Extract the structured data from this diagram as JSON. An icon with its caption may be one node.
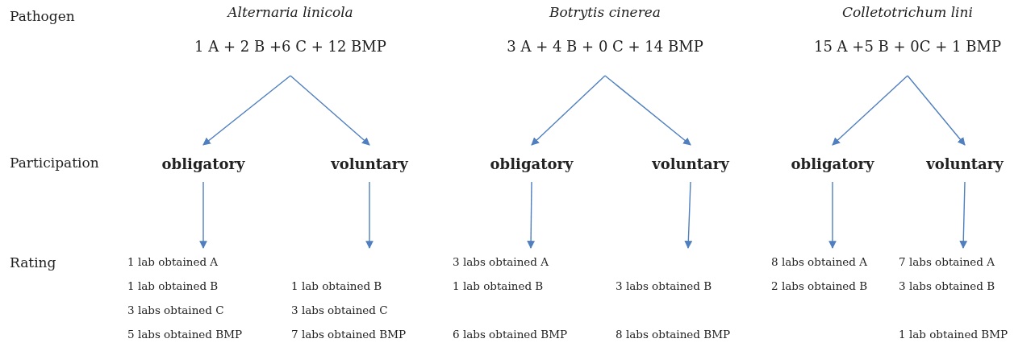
{
  "diagram": {
    "nodes": [
      {
        "text": [
          "Alternaria linicola",
          "1 A + 2 B +6 C + 12 BMP"
        ]
      },
      {
        "text": [
          "Botrytis cinerea",
          "3 A + 4 B + 0 C + 14 BMP"
        ]
      },
      {
        "text": [
          "Colletotrichum lini",
          "15 A +5 B + 0C + 1 BMP"
        ]
      },
      {
        "text": [
          "obligatory"
        ]
      },
      {
        "text": [
          "voluntary"
        ]
      },
      {
        "text": [
          "obligatory"
        ]
      },
      {
        "text": [
          "voluntary"
        ]
      },
      {
        "text": [
          "obligatory"
        ]
      },
      {
        "text": [
          "voluntary"
        ]
      },
      {
        "text": [
          "1 lab obtained A",
          "1 lab obtained B",
          "3 labs obtained C",
          "5 labs obtained BMP"
        ]
      },
      {
        "text": [
          "1 lab obtained B",
          "3 labs obtained C",
          "7 labs obtained BMP"
        ]
      },
      {
        "text": [
          "3 labs obtained A",
          "1 lab obtained B",
          "6 labs obtained BMP"
        ]
      },
      {
        "text": [
          "3 labs obtained B",
          "8 labs obtained BMP"
        ]
      },
      {
        "text": [
          "8 labs obtained A",
          "2 labs obtained B"
        ]
      },
      {
        "text": [
          "7 labs obtained A",
          "3 labs obtained B",
          "1 lab obtained BMP"
        ]
      }
    ],
    "edges": [
      {
        "from": 0,
        "to": 3,
        "arrow": "to"
      },
      {
        "from": 0,
        "to": 4,
        "arrow": "to"
      },
      {
        "from": 1,
        "to": 5,
        "arrow": "to"
      },
      {
        "from": 1,
        "to": 6,
        "arrow": "to"
      },
      {
        "from": 2,
        "to": 7,
        "arrow": "to"
      },
      {
        "from": 2,
        "to": 8,
        "arrow": "to"
      },
      {
        "from": 3,
        "to": 9,
        "arrow": "to"
      },
      {
        "from": 4,
        "to": 10,
        "arrow": "to"
      },
      {
        "from": 5,
        "to": 11,
        "arrow": "to"
      },
      {
        "from": 6,
        "to": 12,
        "arrow": "to"
      },
      {
        "from": 7,
        "to": 13,
        "arrow": "to"
      },
      {
        "from": 8,
        "to": 14,
        "arrow": "to"
      }
    ],
    "labels": [
      "Pathogen",
      "Participation",
      "Rating"
    ]
  }
}
